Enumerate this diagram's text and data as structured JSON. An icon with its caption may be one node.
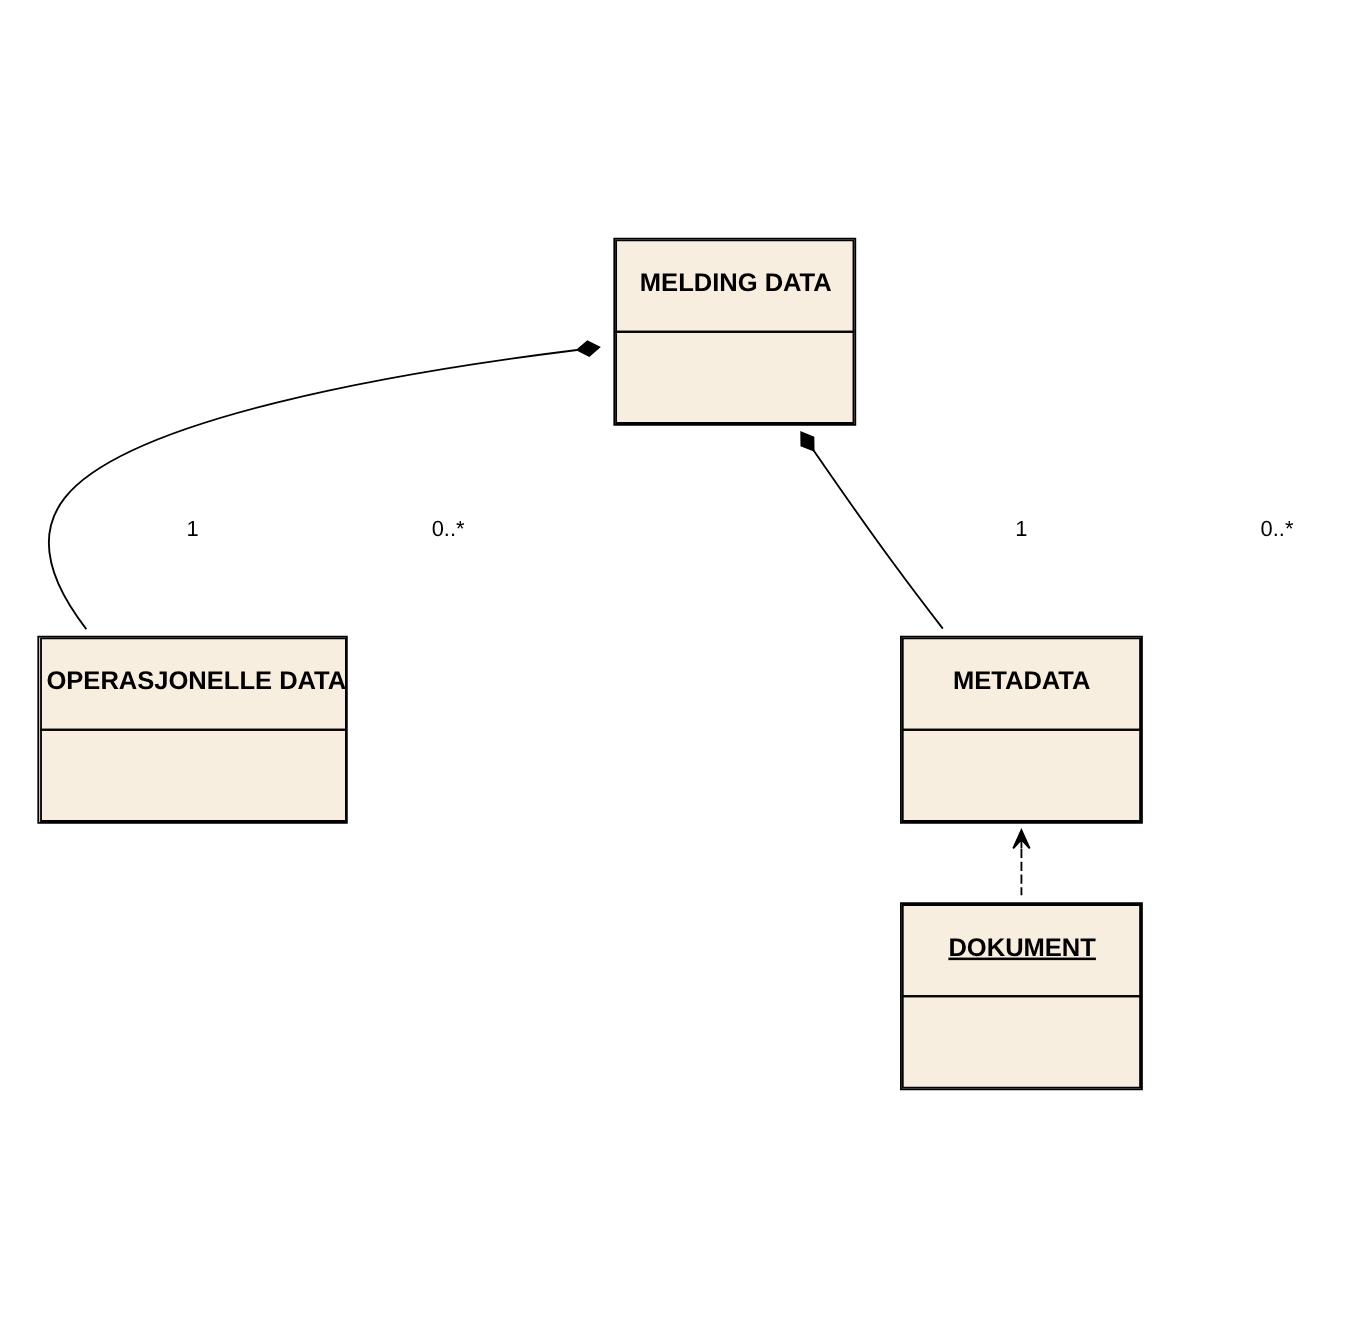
{
  "diagram": {
    "nodes": [
      {
        "text": [
          "MELDING DATA"
        ]
      },
      {
        "text": [
          "OPERASJONELLE DATA"
        ]
      },
      {
        "text": [
          "METADATA"
        ]
      },
      {
        "text": [
          "DOKUMENT"
        ]
      }
    ],
    "edges": [
      {
        "from": 1,
        "to": 0,
        "arrow": "other"
      },
      {
        "from": 2,
        "to": 0,
        "arrow": "other"
      },
      {
        "from": 3,
        "to": 2,
        "arrow": "to",
        "style": "dashed"
      }
    ],
    "labels": [
      "1",
      "1",
      "0..*",
      "0..*"
    ]
  }
}
